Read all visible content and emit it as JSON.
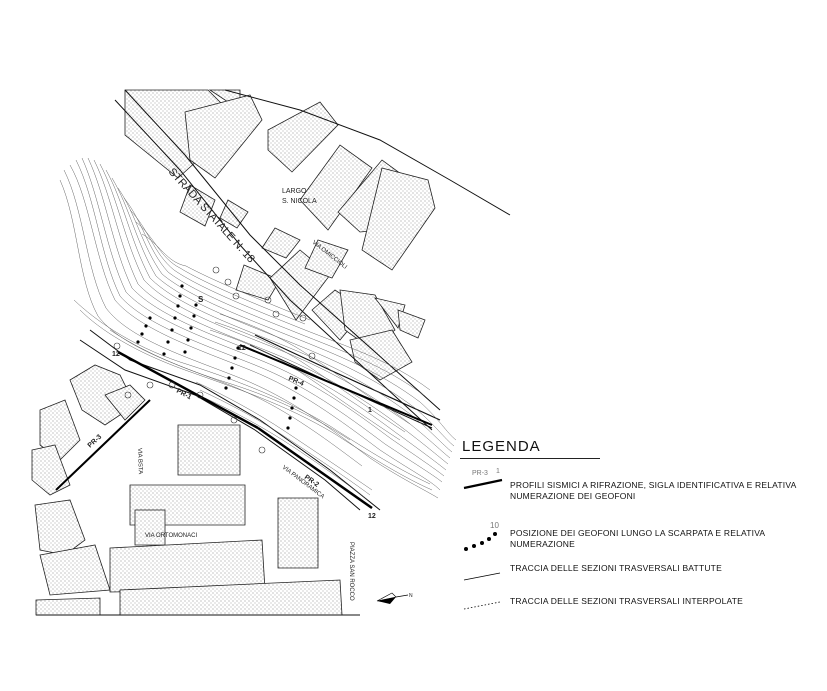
{
  "colors": {
    "ink": "#111111",
    "block_fill": "#d9d9d9",
    "contour": "#555555"
  },
  "labels": {
    "road": "STRADA STATALE N. 18",
    "square": "LARGO",
    "square_name": "S. NICOLA",
    "via_omiccioli": "VIA OMICCIOLI",
    "via_bsta": "VIA BSTA",
    "via_panoramica": "VIA PANORAMICA",
    "via_ortomonaci": "VIA ORTOMONACI",
    "piazza": "PIAZZA SAN ROCCO",
    "pr1": "PR-1",
    "pr2": "PR-2",
    "pr3": "PR-3",
    "pr4": "PR-4",
    "n1": "1",
    "n12": "12",
    "n12b": "12",
    "n12c": "12",
    "s_label": "S",
    "north": "N"
  },
  "legend": {
    "title": "LEGENDA",
    "items": [
      {
        "symbol_text": "PR-3",
        "symbol_num": "1",
        "text": "PROFILI SISMICI A RIFRAZIONE, SIGLA IDENTIFICATIVA        E RELATIVA NUMERAZIONE DEI GEOFONI"
      },
      {
        "symbol_num": "10",
        "text": "POSIZIONE DEI GEOFONI LUNGO LA SCARPATA E RELATIVA NUMERAZIONE"
      },
      {
        "text": "TRACCIA DELLE SEZIONI TRASVERSALI BATTUTE"
      },
      {
        "text": "TRACCIA DELLE SEZIONI TRASVERSALI INTERPOLATE"
      }
    ]
  }
}
